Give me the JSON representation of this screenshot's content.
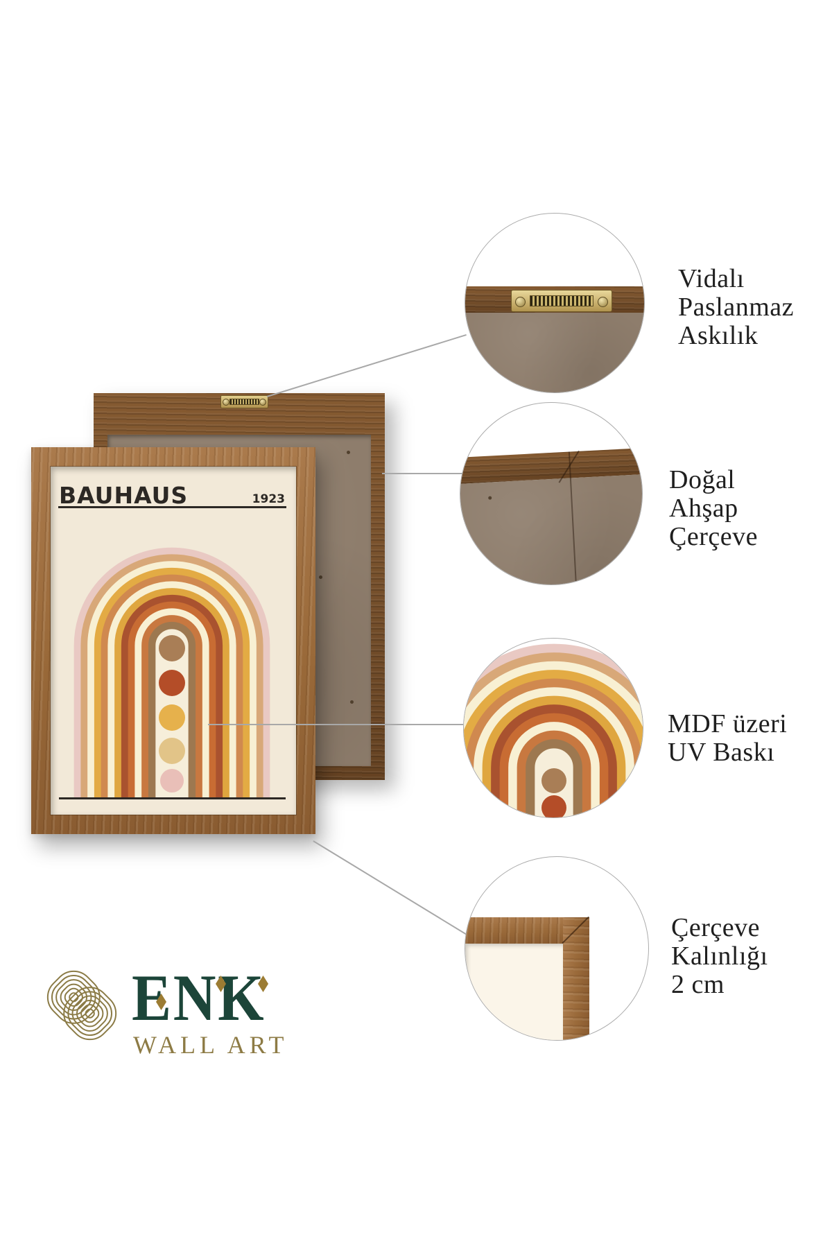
{
  "poster": {
    "title": "BAUHAUS",
    "year": "1923"
  },
  "art": {
    "bands": [
      "#e9c9c3",
      "#d8a878",
      "#f8f0d3",
      "#e3ab44",
      "#d0894f",
      "#f8f0d3",
      "#dfa63f",
      "#a9522f",
      "#c86c33",
      "#f8f0d3",
      "#c87840",
      "#9d7850"
    ],
    "interior": "#f6eeda",
    "dots": [
      "#a97e56",
      "#b44d28",
      "#e6b14c",
      "#e2c488",
      "#e9bfb8"
    ]
  },
  "callouts": [
    {
      "lines": [
        "Vidalı",
        "Paslanmaz",
        "Askılık"
      ]
    },
    {
      "lines": [
        "Doğal",
        "Ahşap",
        "Çerçeve"
      ]
    },
    {
      "lines": [
        "MDF üzeri",
        "UV Baskı"
      ]
    },
    {
      "lines": [
        "Çerçeve",
        "Kalınlığı",
        "2 cm"
      ]
    }
  ],
  "brand": {
    "name": "ENK",
    "subtitle": "WALL ART"
  },
  "colors": {
    "wood-front": "#9c6b3e",
    "wood-back": "#76502c",
    "mdf": "#8e7d6c",
    "poster-bg": "#f2e9d8",
    "ink": "#2c2824",
    "label": "#1f1f1f",
    "line": "#a8a8a8",
    "brass": "#c7ad6b",
    "brand-green": "#1c4539",
    "brand-gold": "#8d7b45"
  }
}
